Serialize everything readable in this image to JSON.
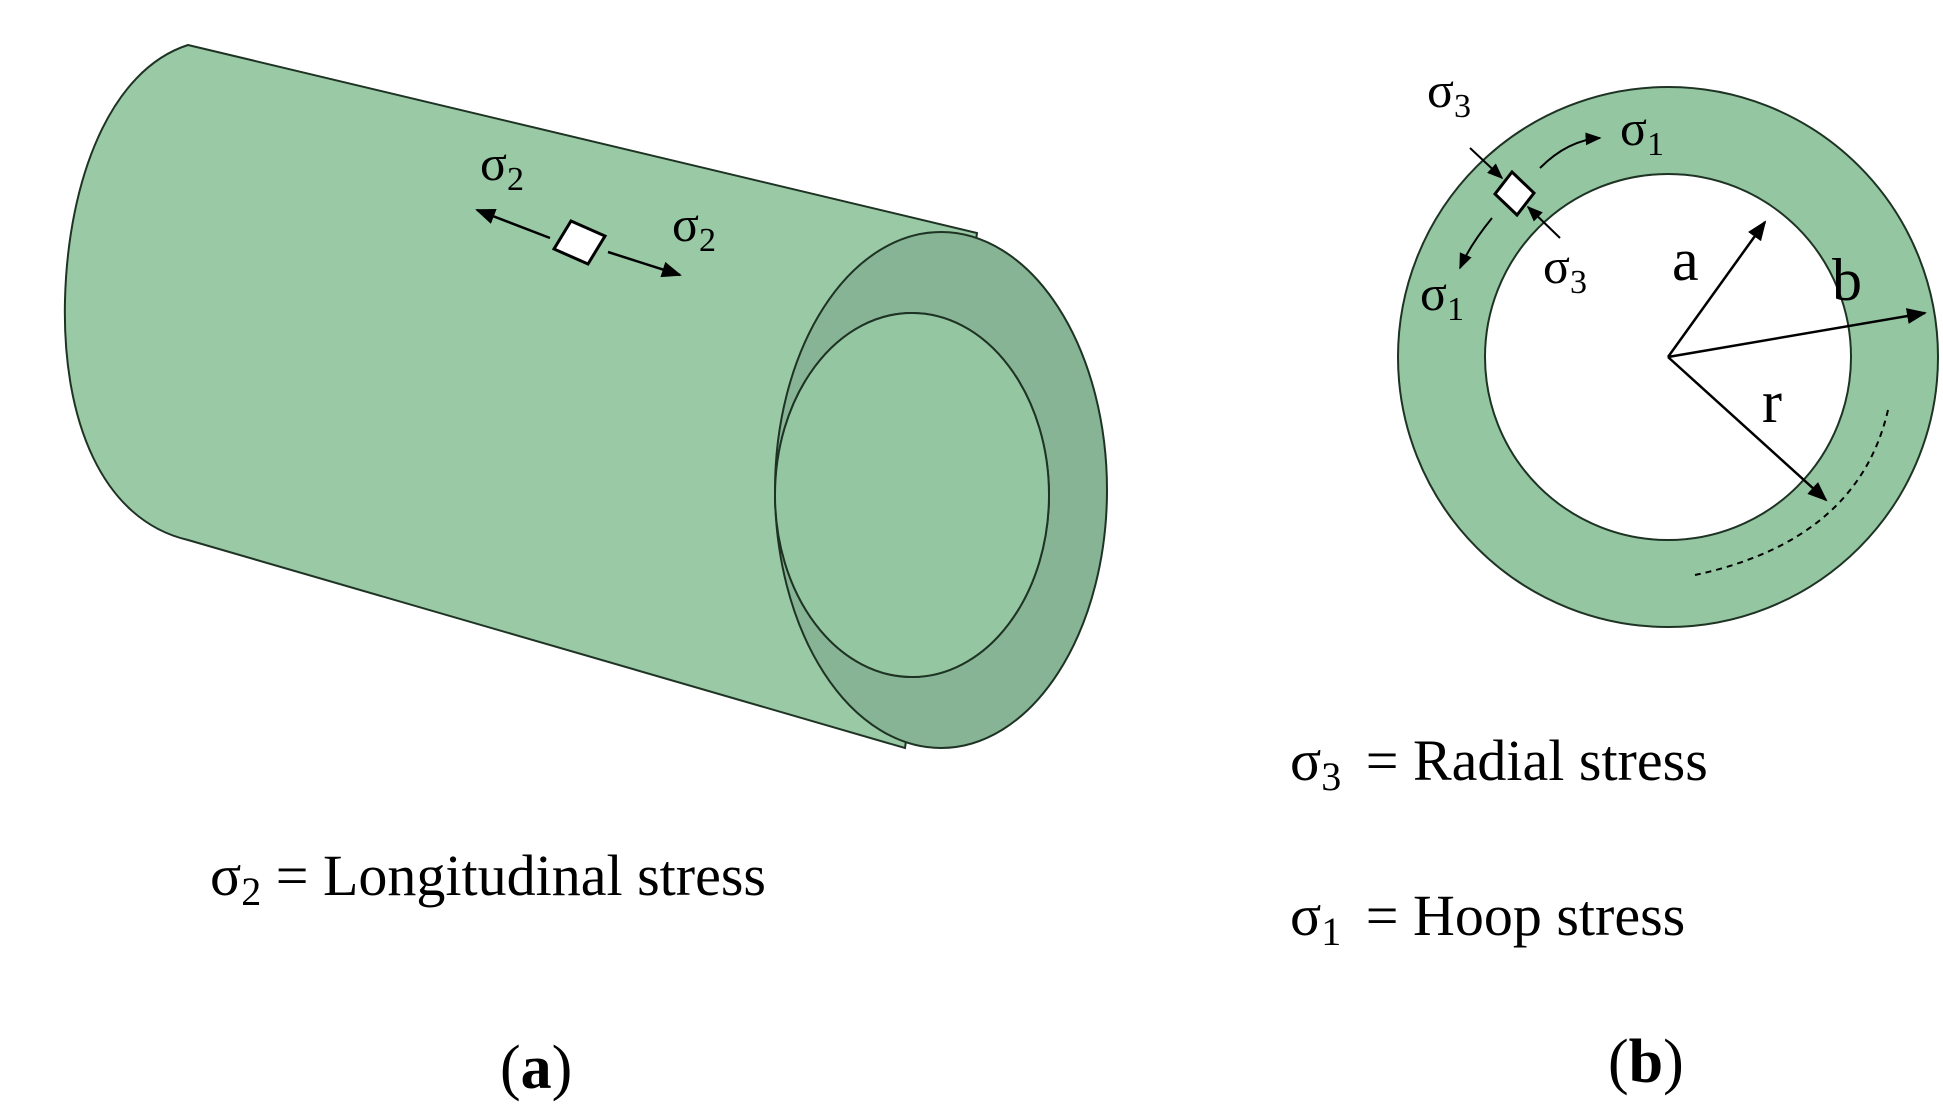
{
  "colors": {
    "pipe_body": "#9acaa5",
    "pipe_end_face": "#86b494",
    "pipe_ring": "#94c7a1",
    "outline": "#1e3324",
    "background": "#ffffff",
    "text": "#000000"
  },
  "panel_a": {
    "labels": {
      "sigma": "σ",
      "sub_2": "2"
    },
    "legend": {
      "symbol": "σ",
      "subscript": "2",
      "text": " = Longitudinal stress"
    },
    "caption": {
      "open": "(",
      "letter": "a",
      "close": ")"
    }
  },
  "panel_b": {
    "labels": {
      "sigma": "σ",
      "sub_1": "1",
      "sub_3": "3",
      "a": "a",
      "b": "b",
      "r": "r"
    },
    "legend": [
      {
        "symbol": "σ",
        "subscript": "3",
        "text": " = Radial stress"
      },
      {
        "symbol": "σ",
        "subscript": "1",
        "text": " = Hoop stress"
      }
    ],
    "caption": {
      "open": "(",
      "letter": "b",
      "close": ")"
    }
  }
}
